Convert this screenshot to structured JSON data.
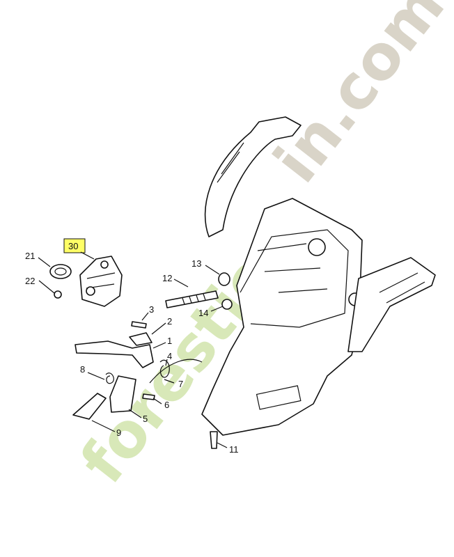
{
  "watermark": {
    "text_main": "forestier",
    "text_tail": "in.com",
    "color_main": "#d8e8b8",
    "color_accent": "#f6c27a",
    "color_tail": "#d9d4c8"
  },
  "highlight_color": "#ffff66",
  "callouts": {
    "c30": "30",
    "c21": "21",
    "c22": "22",
    "c13": "13",
    "c12": "12",
    "c14": "14",
    "c3": "3",
    "c2": "2",
    "c1": "1",
    "c4": "4",
    "c7": "7",
    "c8": "8",
    "c6": "6",
    "c5": "5",
    "c9": "9",
    "c11": "11"
  }
}
